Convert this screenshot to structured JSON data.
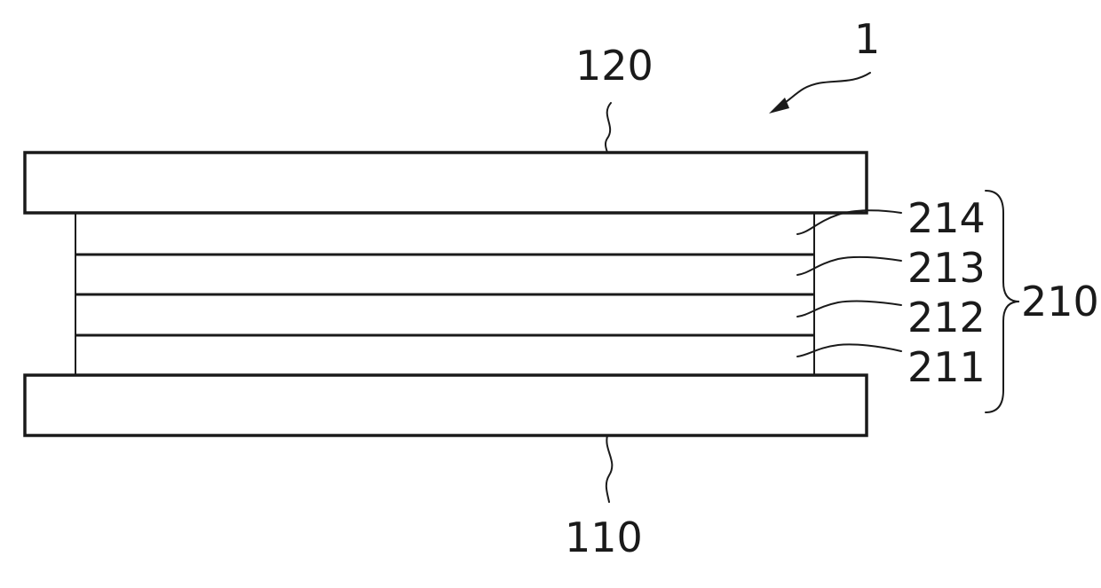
{
  "figure": {
    "device_label": "1",
    "top_plate_label": "120",
    "bottom_plate_label": "110",
    "stack_label": "210",
    "layers": [
      {
        "label": "214"
      },
      {
        "label": "213"
      },
      {
        "label": "212"
      },
      {
        "label": "211"
      }
    ]
  }
}
